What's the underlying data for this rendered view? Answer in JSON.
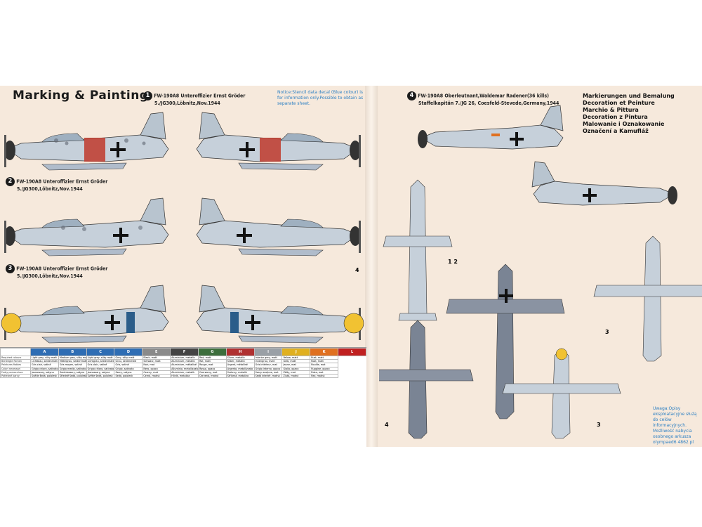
{
  "title": "Marking & Painting",
  "notice": "Notice:Stencil data decal (Blue colour) is for information only.Possible to obtain as separate sheet.",
  "languages": [
    "Markierungen und Bemalung",
    "Decoration et Peinture",
    "Marchio & Pittura",
    "Decoration z Pintura",
    "Malowanie i Oznakowanie",
    "Označení a Kamufláž"
  ],
  "schemes": [
    {
      "no": "1",
      "line1": "FW-190A8 Unteroffizier Ernst Gröder",
      "line2": "5./JG300,Löbnitz,Nov.1944"
    },
    {
      "no": "2",
      "line1": "FW-190A8 Unteroffizier Ernst Gröder",
      "line2": "5./JG300,Löbnitz,Nov.1944"
    },
    {
      "no": "3",
      "line1": "FW-190A8 Unteroffizier Ernst Gröder",
      "line2": "5./JG300,Löbnitz,Nov.1944"
    },
    {
      "no": "4",
      "line1": "FW-190A8 Oberleutnant,Waldemar Radener(36 kills)",
      "line2": "Staffelkapitän 7./JG 26, Coesfeld-Stevede,Germany,1944"
    }
  ],
  "markers": {
    "m4": "4",
    "m12": "1 2",
    "m3": "3"
  },
  "usage": "Uwaga:Opisy eksploatacyjne służą do celów informacyjnych. Możliwość nabycia osobnego arkusza olympaed6 4862.pl",
  "colors": {
    "sheet": "#f6e9dc",
    "camoLight": "#b8c4cf",
    "camoDark": "#5f6672",
    "rlm76": "#c6d0da",
    "yellow": "#f1c232",
    "red": "#c0392b",
    "blue": "#2b5d8a"
  },
  "table": {
    "headers": [
      "A",
      "B",
      "C",
      "D",
      "E",
      "F",
      "G",
      "H",
      "I",
      "J",
      "K",
      "L"
    ],
    "header_colors": [
      "#2e6db4",
      "#2e6db4",
      "#2e6db4",
      "#2e6db4",
      "#8a8a8a",
      "#444444",
      "#3c6e3c",
      "#b03030",
      "#9aa0a6",
      "#e0b020",
      "#e07020",
      "#c02020"
    ],
    "rows": [
      [
        "Required colours",
        "Light grey, silky matt",
        "Medium grey, silky matt",
        "Light grey, silky matt",
        "Grey, silky matt",
        "Black, matt",
        "Aluminium, metallic",
        "Red, matt",
        "Silver, metallic",
        "Interior grey, matt",
        "Yellow, matt",
        "Rust, matt"
      ],
      [
        "Benötigte Farben",
        "Lichtblau, seidenmatt",
        "Mittelgrau, seidenmatt",
        "Lichtgrau, seidenmatt",
        "Grau, seidenmatt",
        "Schwarz, matt",
        "Aluminium, metallic",
        "Rot, matt",
        "Silber, metallic",
        "Innengrau, matt",
        "Gelb, matt",
        "Rost, matt"
      ],
      [
        "Peintures fiables",
        "Gris clair, satiné",
        "Gris moyen, satiné",
        "Gris clair, satiné",
        "Gris, satiné",
        "Noir, mat",
        "Aluminium, métallisé",
        "Rouge, mat",
        "Argent, métallisé",
        "Gris intérieur, mat",
        "Jaune, mat",
        "Rouille, mat"
      ],
      [
        "Colori necessari",
        "Grigio chiaro, satinato",
        "Grigio medio, satinato",
        "Grigio chiaro, satinato",
        "Grigio, satinato",
        "Nero, opaco",
        "Alluminio, metallizzato",
        "Rosso, opaco",
        "Argento, metallizzato",
        "Grigio interno, opaco",
        "Giallo, opaco",
        "Ruggine, opaco"
      ],
      [
        "Farby pomocnicze",
        "Jasnoszary, satyna",
        "Średnioszary, satyna",
        "Jasnoszary, satyna",
        "Szary, satyna",
        "Czarny, mat",
        "Aluminium, metalik",
        "Czerwony, mat",
        "Srebrny, metalik",
        "Szary wnętrze, mat",
        "Żółty, mat",
        "Rdza, mat"
      ],
      [
        "Potřebné barvy",
        "Světle šedá, pololesk",
        "Středně šedá, pololesk",
        "Světle šedá, pololesk",
        "Šedá, pololesk",
        "Černá, matná",
        "Hliník, metalíza",
        "Červená, matná",
        "Stříbrná, metalíza",
        "Šedá interiér, matná",
        "Žlutá, matná",
        "Rez, matná"
      ]
    ]
  }
}
